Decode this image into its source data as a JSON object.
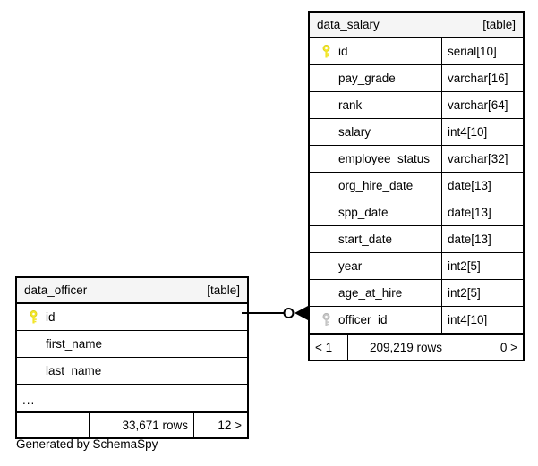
{
  "diagram": {
    "caption": "Generated by SchemaSpy",
    "tables": [
      {
        "id": "data_salary",
        "name": "data_salary",
        "kind": "[table]",
        "columns": [
          {
            "key": "primary",
            "key_icon": "yellow-key-icon",
            "name": "id",
            "type": "serial[10]"
          },
          {
            "key": "none",
            "key_icon": "",
            "name": "pay_grade",
            "type": "varchar[16]"
          },
          {
            "key": "none",
            "key_icon": "",
            "name": "rank",
            "type": "varchar[64]"
          },
          {
            "key": "none",
            "key_icon": "",
            "name": "salary",
            "type": "int4[10]"
          },
          {
            "key": "none",
            "key_icon": "",
            "name": "employee_status",
            "type": "varchar[32]"
          },
          {
            "key": "none",
            "key_icon": "",
            "name": "org_hire_date",
            "type": "date[13]"
          },
          {
            "key": "none",
            "key_icon": "",
            "name": "spp_date",
            "type": "date[13]"
          },
          {
            "key": "none",
            "key_icon": "",
            "name": "start_date",
            "type": "date[13]"
          },
          {
            "key": "none",
            "key_icon": "",
            "name": "year",
            "type": "int2[5]"
          },
          {
            "key": "none",
            "key_icon": "",
            "name": "age_at_hire",
            "type": "int2[5]"
          },
          {
            "key": "foreign",
            "key_icon": "gray-key-icon",
            "name": "officer_id",
            "type": "int4[10]"
          }
        ],
        "footer": {
          "left": "< 1",
          "middle": "209,219 rows",
          "right": "0 >"
        }
      },
      {
        "id": "data_officer",
        "name": "data_officer",
        "kind": "[table]",
        "columns": [
          {
            "key": "primary",
            "key_icon": "yellow-key-icon",
            "name": "id",
            "type": ""
          },
          {
            "key": "none",
            "key_icon": "",
            "name": "first_name",
            "type": ""
          },
          {
            "key": "none",
            "key_icon": "",
            "name": "last_name",
            "type": ""
          },
          {
            "key": "none",
            "key_icon": "",
            "name": "...",
            "type": ""
          }
        ],
        "footer": {
          "left": "",
          "middle": "33,671 rows",
          "right": "12 >"
        }
      }
    ],
    "relationship": {
      "from_table": "data_officer",
      "from_column": "id",
      "to_table": "data_salary",
      "to_column": "officer_id",
      "from_cardinality": "zero-or-one",
      "to_cardinality": "many"
    },
    "colors": {
      "primary_key": "#f2e529",
      "foreign_key": "#b8b8b8",
      "title_bg": "#f5f5f5",
      "border": "#000000",
      "background": "#ffffff"
    }
  }
}
